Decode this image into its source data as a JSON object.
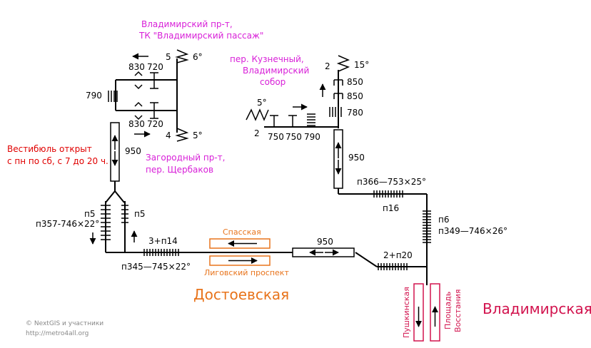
{
  "vladimirsky_top": {
    "line1": "Владимирский пр-т,",
    "line2": "ТК \"Владимирский пассаж\""
  },
  "zagorodny": {
    "line1": "Загородный пр-т,",
    "line2": "пер. Щербаков"
  },
  "kuznechny": {
    "line1": "пер. Кузнечный,",
    "line2": "Владимирский",
    "line3": "собор"
  },
  "vestibule_note": {
    "line1": "Вестибюль открыт",
    "line2": "с пн по сб, с 7 до 20 ч."
  },
  "left_upper": {
    "exit5": "5",
    "exit5_angle": "6°",
    "exit4": "4",
    "exit4_angle": "5°",
    "w830_top": "830",
    "w720_top": "720",
    "w830_bot": "830",
    "w720_bot": "720",
    "w790": "790",
    "w950": "950"
  },
  "right_upper": {
    "exit2": "2",
    "exit2_angle": "15°",
    "w850a": "850",
    "w850b": "850",
    "w780": "780",
    "side5": "5°",
    "side2": "2",
    "w750a": "750",
    "w750b": "750",
    "w790": "790",
    "w950": "950",
    "p366": "п366—753×25°",
    "p16": "п16",
    "p6": "п6",
    "p349": "п349—746×26°"
  },
  "dostoevskaya_side": {
    "p5_left": "п5",
    "p357": "п357-746×22°",
    "p5_right": "п5",
    "p3p14": "3+п14",
    "p345": "п345—745×22°"
  },
  "corridor": {
    "spasskaya": "Спасская",
    "ligovsky": "Лиговский проспект",
    "w950": "950",
    "p2p20": "2+п20"
  },
  "stations": {
    "dostoevskaya": "Достоевская",
    "vladimirskaya": "Владимирская",
    "pushkinskaya": "Пушкинская",
    "ploshchad_line1": "Площадь",
    "ploshchad_line2": "Восстания"
  },
  "credits": {
    "line1": "© NextGIS и участники",
    "line2": "http://metro4all.org"
  },
  "colors": {
    "magenta": "#d81fd8",
    "red": "#e00000",
    "orange": "#e8741c",
    "crimson": "#d2134e"
  }
}
